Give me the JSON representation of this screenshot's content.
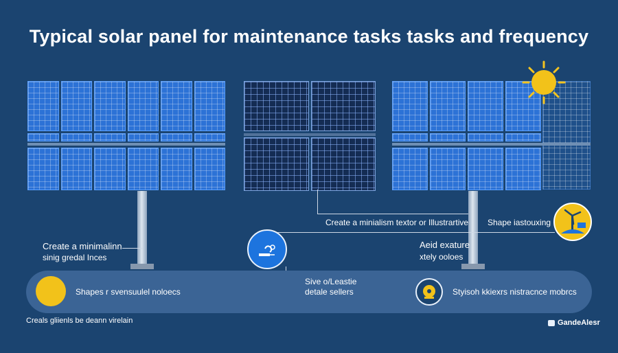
{
  "title": "Typical solar panel for maintenance tasks tasks and frequency",
  "labels": {
    "left_line1": "Create a minimalinn",
    "left_line2": "sinig gredal Inces",
    "center_top": "Create a minialism textor or Illustrartive",
    "right_top": "Shape iastouxing",
    "right_mid_line1": "Aeid exature",
    "right_mid_line2": "xtely ooloes",
    "band_left": "Shapes r svensuulel noloecs",
    "band_center_line1": "Sive o/Leastie",
    "band_center_line2": "detale sellers",
    "band_right": "Styisoh kkiexrs nistracnce mobrcs",
    "footer_left": "Creals gliienls be deann virelain",
    "brand": "GandeAlesr"
  },
  "icons": {
    "sun": "sun-icon",
    "band_left_circle": "yellow-circle-icon",
    "center_circle": "tools-icon",
    "band_right_circle": "gear-icon",
    "right_top_circle": "wind-turbine-icon",
    "brand_mark": "logo-icon"
  },
  "colors": {
    "background": "#1b4470",
    "panel_blue": "#2c72d6",
    "panel_dark": "#142c53",
    "accent_yellow": "#f2c21a",
    "band": "#3b6495",
    "icon_blue": "#1d74de"
  }
}
